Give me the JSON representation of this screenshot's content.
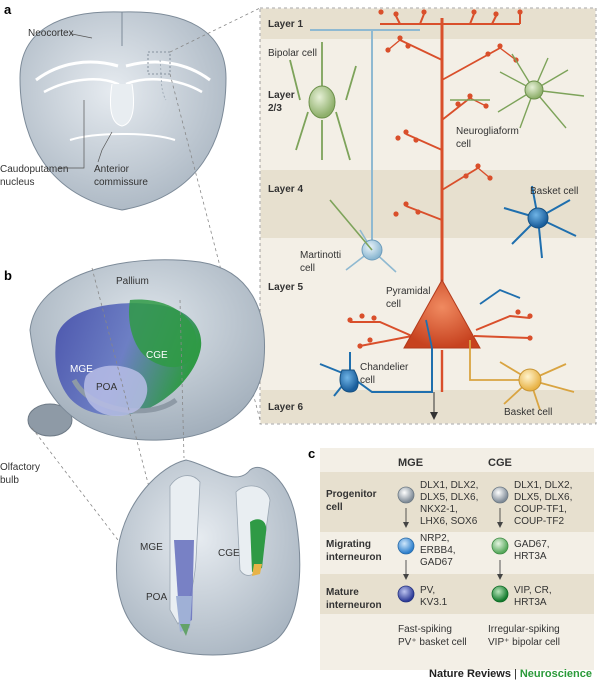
{
  "panels": {
    "a": "a",
    "b": "b",
    "c": "c"
  },
  "panel_a": {
    "neocortex": "Neocortex",
    "caudoputamen_1": "Caudoputamen",
    "caudoputamen_2": "nucleus",
    "anterior_1": "Anterior",
    "anterior_2": "commissure"
  },
  "layers": {
    "layer1": "Layer 1",
    "layer23_1": "Layer",
    "layer23_2": "2/3",
    "layer4": "Layer 4",
    "layer5": "Layer 5",
    "layer6": "Layer 6"
  },
  "cells": {
    "bipolar": "Bipolar cell",
    "neurogliaform_1": "Neurogliaform",
    "neurogliaform_2": "cell",
    "basket_top": "Basket cell",
    "martinotti_1": "Martinotti",
    "martinotti_2": "cell",
    "pyramidal_1": "Pyramidal",
    "pyramidal_2": "cell",
    "chandelier_1": "Chandelier",
    "chandelier_2": "cell",
    "basket_bottom": "Basket cell"
  },
  "panel_b": {
    "pallium": "Pallium",
    "cge": "CGE",
    "mge": "MGE",
    "poa": "POA",
    "olfactory_1": "Olfactory",
    "olfactory_2": "bulb",
    "mge2": "MGE",
    "cge2": "CGE",
    "poa2": "POA"
  },
  "panel_c": {
    "col_mge": "MGE",
    "col_cge": "CGE",
    "rows": [
      {
        "label_1": "Progenitor",
        "label_2": "cell",
        "mge": [
          "DLX1, DLX2,",
          "DLX5, DLX6,",
          "NKX2-1,",
          "LHX6, SOX6"
        ],
        "cge": [
          "DLX1, DLX2,",
          "DLX5, DLX6,",
          "COUP-TF1,",
          "COUP-TF2"
        ]
      },
      {
        "label_1": "Migrating",
        "label_2": "interneuron",
        "mge": [
          "NRP2,",
          "ERBB4,",
          "GAD67"
        ],
        "cge": [
          "GAD67,",
          "HRT3A"
        ]
      },
      {
        "label_1": "Mature",
        "label_2": "interneuron",
        "mge": [
          "PV,",
          "KV3.1"
        ],
        "cge": [
          "VIP, CR,",
          "HRT3A"
        ]
      }
    ],
    "footer_mge_1": "Fast-spiking",
    "footer_mge_2": "PV⁺ basket cell",
    "footer_cge_1": "Irregular-spiking",
    "footer_cge_2": "VIP⁺ bipolar cell"
  },
  "footer": {
    "journal": "Nature Reviews",
    "separator": "|",
    "section": "Neuroscience"
  },
  "colors": {
    "brain": "#c9d2db",
    "layer_band": "#ece6d8",
    "pyramidal": "#d94f2b",
    "interneuron_blue": "#1f6fae",
    "bipolar_green": "#7da35a",
    "martinotti": "#8fb9d1",
    "mge_blue": "#5a66b4",
    "cge_green": "#2f9a45",
    "basket_yellow": "#e8b347",
    "neuroscience_green": "#2a9a3a"
  }
}
